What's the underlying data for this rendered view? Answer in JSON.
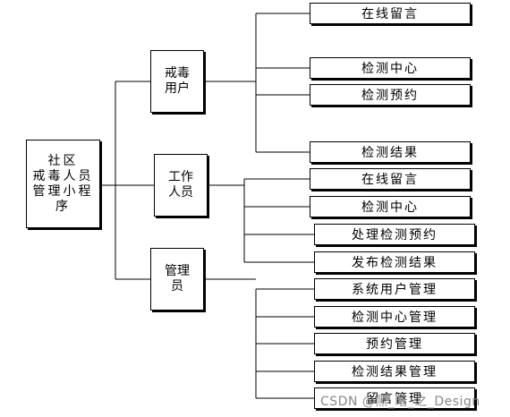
{
  "root": {
    "label": "社区\n戒毒人员\n管理小程\n序"
  },
  "groups": [
    {
      "label": "戒毒\n用户",
      "items": [
        "在线留言",
        "检测中心",
        "检测预约",
        "检测结果"
      ]
    },
    {
      "label": "工作\n人员",
      "items": [
        "在线留言",
        "检测中心",
        "处理检测预约",
        "发布检测结果"
      ]
    },
    {
      "label": "管理\n员",
      "items": [
        "系统用户管理",
        "检测中心管理",
        "预约管理",
        "检测结果管理",
        "留言管理"
      ]
    }
  ],
  "watermark": {
    "text": "CSDN @黑_暗_之_Design"
  }
}
